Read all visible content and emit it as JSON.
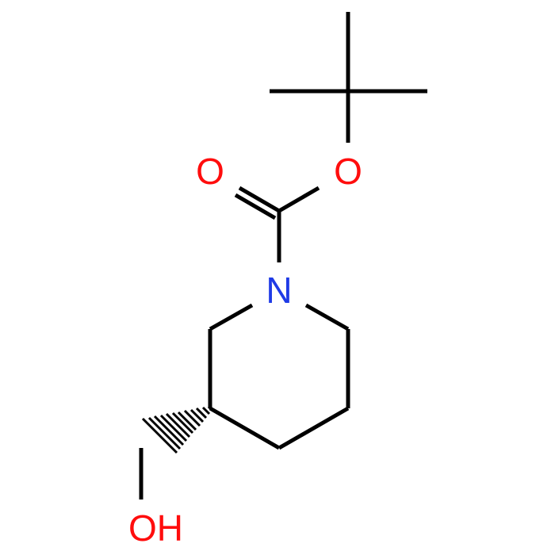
{
  "molecule": {
    "atoms": [
      {
        "id": "N",
        "label": "N",
        "color": "#1f3be6"
      },
      {
        "id": "O1",
        "label": "O",
        "color": "#ff0d0d"
      },
      {
        "id": "O2",
        "label": "O",
        "color": "#ff0d0d"
      },
      {
        "id": "O3",
        "label": "OH",
        "color": "#ff0d0d"
      }
    ],
    "bond_color": "#000000",
    "stereo_bond": "hashed-wedge"
  }
}
